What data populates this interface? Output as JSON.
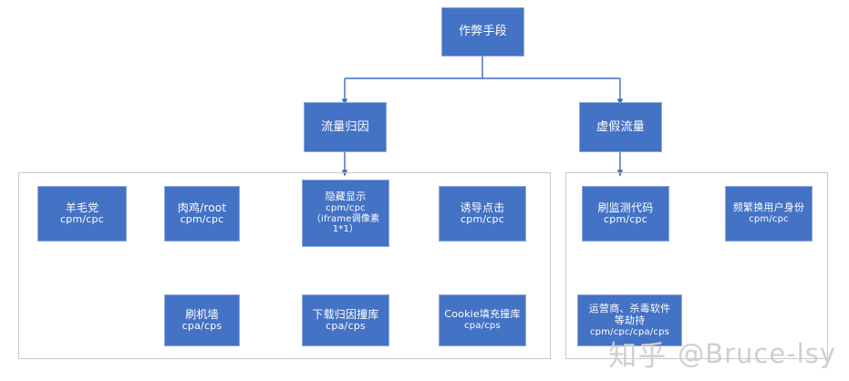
{
  "diagram": {
    "title": "作弊手段",
    "colors": {
      "node_fill": "#4472C4",
      "node_border": "#8EAADB",
      "connector": "#3F6BBF",
      "group_border": "#C9C9C9",
      "background": "#FFFFFF",
      "watermark": "#CFCFCF"
    },
    "root": {
      "label": "作弊手段"
    },
    "branches": [
      {
        "id": "traffic-attribution",
        "label": "流量归因",
        "nodes": [
          {
            "id": "yangmaodang",
            "lines": [
              "羊毛党",
              "cpm/cpc"
            ]
          },
          {
            "id": "rouji-root",
            "lines": [
              "肉鸡/root",
              "cpm/cpc"
            ]
          },
          {
            "id": "hidden-display",
            "lines": [
              "隐藏显示",
              "cpm/cpc",
              "（iframe调像素",
              "1*1）"
            ]
          },
          {
            "id": "induced-click",
            "lines": [
              "诱导点击",
              "cpm/cpc"
            ]
          },
          {
            "id": "device-farm",
            "lines": [
              "刷机墙",
              "cpa/cps"
            ]
          },
          {
            "id": "download-attribution-collision",
            "lines": [
              "下载归因撞库",
              "cpa/cps"
            ]
          },
          {
            "id": "cookie-stuffing-collision",
            "lines": [
              "Cookie填充撞库",
              "cpa/cps"
            ]
          }
        ]
      },
      {
        "id": "fake-traffic",
        "label": "虚假流量",
        "nodes": [
          {
            "id": "fake-tracking-code",
            "lines": [
              "刷监测代码",
              "cpm/cpc"
            ]
          },
          {
            "id": "frequent-identity-switch",
            "lines": [
              "频繁换用户身份",
              "cpm/cpc"
            ]
          },
          {
            "id": "carrier-antivirus-hijack",
            "lines": [
              "运营商、杀毒软件",
              "等劫持",
              "cpm/cpc/cpa/cps"
            ]
          }
        ]
      }
    ]
  },
  "watermark": {
    "logo": "知乎",
    "handle": "@Bruce-lsy"
  }
}
